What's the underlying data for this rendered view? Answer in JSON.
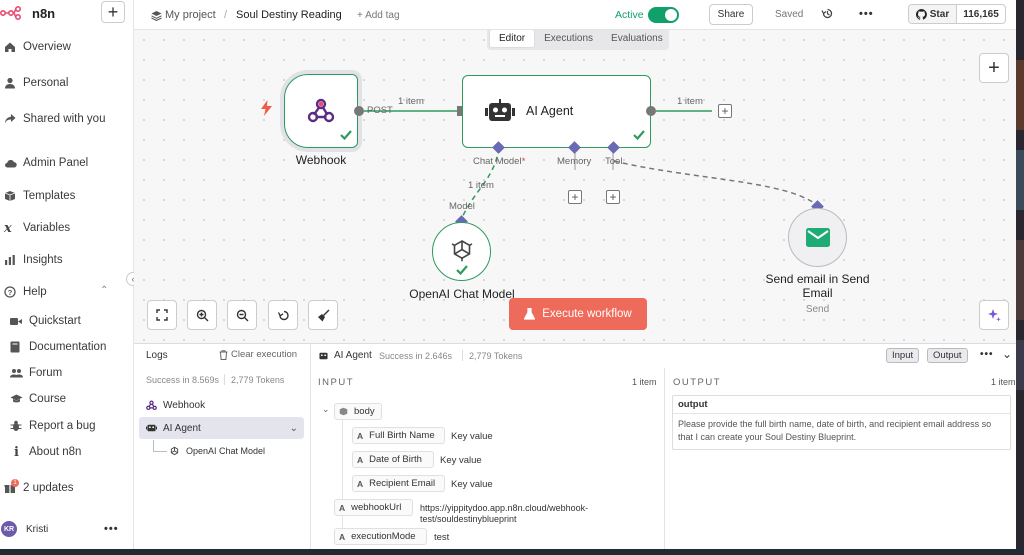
{
  "brand": {
    "name": "n8n"
  },
  "sidebar": {
    "items": [
      {
        "label": "Overview",
        "icon": "home-icon"
      },
      {
        "label": "Personal",
        "icon": "user-icon"
      },
      {
        "label": "Shared with you",
        "icon": "share-icon"
      },
      {
        "label": "Admin Panel",
        "icon": "cloud-icon"
      },
      {
        "label": "Templates",
        "icon": "box-icon"
      },
      {
        "label": "Variables",
        "icon": "variable-icon"
      },
      {
        "label": "Insights",
        "icon": "chart-icon"
      },
      {
        "label": "Help",
        "icon": "help-icon"
      }
    ],
    "help_items": [
      {
        "label": "Quickstart",
        "icon": "video-icon"
      },
      {
        "label": "Documentation",
        "icon": "book-icon"
      },
      {
        "label": "Forum",
        "icon": "users-icon"
      },
      {
        "label": "Course",
        "icon": "graduation-icon"
      },
      {
        "label": "Report a bug",
        "icon": "bug-icon"
      },
      {
        "label": "About n8n",
        "icon": "info-icon"
      }
    ],
    "updates_label": "2 updates",
    "updates_badge": "1",
    "user": {
      "initials": "KR",
      "name": "Kristi",
      "more": "•••"
    }
  },
  "header": {
    "project": "My project",
    "separator": "/",
    "workflow_name": "Soul Destiny Reading",
    "add_tag": "+ Add tag",
    "active_label": "Active",
    "share_label": "Share",
    "saved_label": "Saved",
    "more": "•••",
    "github_star": "Star",
    "github_count": "116,165"
  },
  "canvas": {
    "tabs": [
      "Editor",
      "Executions",
      "Evaluations"
    ],
    "active_tab": "Editor",
    "nodes": {
      "webhook": {
        "name": "Webhook",
        "output_label": "POST"
      },
      "agent": {
        "name": "AI Agent",
        "ports": [
          "Chat Model",
          "Memory",
          "Tool"
        ],
        "required_mark": "*"
      },
      "openai": {
        "name": "OpenAI Chat Model",
        "port": "Model"
      },
      "email": {
        "name": "Send email in Send Email",
        "subtitle": "Send"
      }
    },
    "edges": {
      "webhook_agent": "1 item",
      "agent_out": "1 item",
      "model_agent": "1 item"
    },
    "execute_label": "Execute workflow",
    "add_label": "+"
  },
  "logs": {
    "title": "Logs",
    "clear_label": "Clear execution",
    "summary": {
      "status": "Success in 8.569s",
      "tokens": "2,779 Tokens"
    },
    "tree": [
      {
        "label": "Webhook"
      },
      {
        "label": "AI Agent"
      },
      {
        "label": "OpenAI Chat Model"
      }
    ],
    "detail": {
      "node": "AI Agent",
      "status": "Success in 2.646s",
      "tokens": "2,779 Tokens",
      "input_btn": "Input",
      "output_btn": "Output",
      "more": "•••"
    },
    "input": {
      "heading": "INPUT",
      "count": "1 item",
      "body_label": "body",
      "fields": [
        {
          "name": "Full Birth Name",
          "value": "Key value"
        },
        {
          "name": "Date of Birth",
          "value": "Key value"
        },
        {
          "name": "Recipient Email",
          "value": "Key value"
        }
      ],
      "webhook_url_label": "webhookUrl",
      "webhook_url_value_1": "https://yippitydoo.app.n8n.cloud/webhook-",
      "webhook_url_value_2": "test/souldestinyblueprint",
      "execution_mode_label": "executionMode",
      "execution_mode_value": "test"
    },
    "output": {
      "heading": "OUTPUT",
      "count": "1 item",
      "field": "output",
      "text": "Please provide the full birth name, date of birth, and recipient email address so that I can create your Soul Destiny Blueprint."
    }
  }
}
